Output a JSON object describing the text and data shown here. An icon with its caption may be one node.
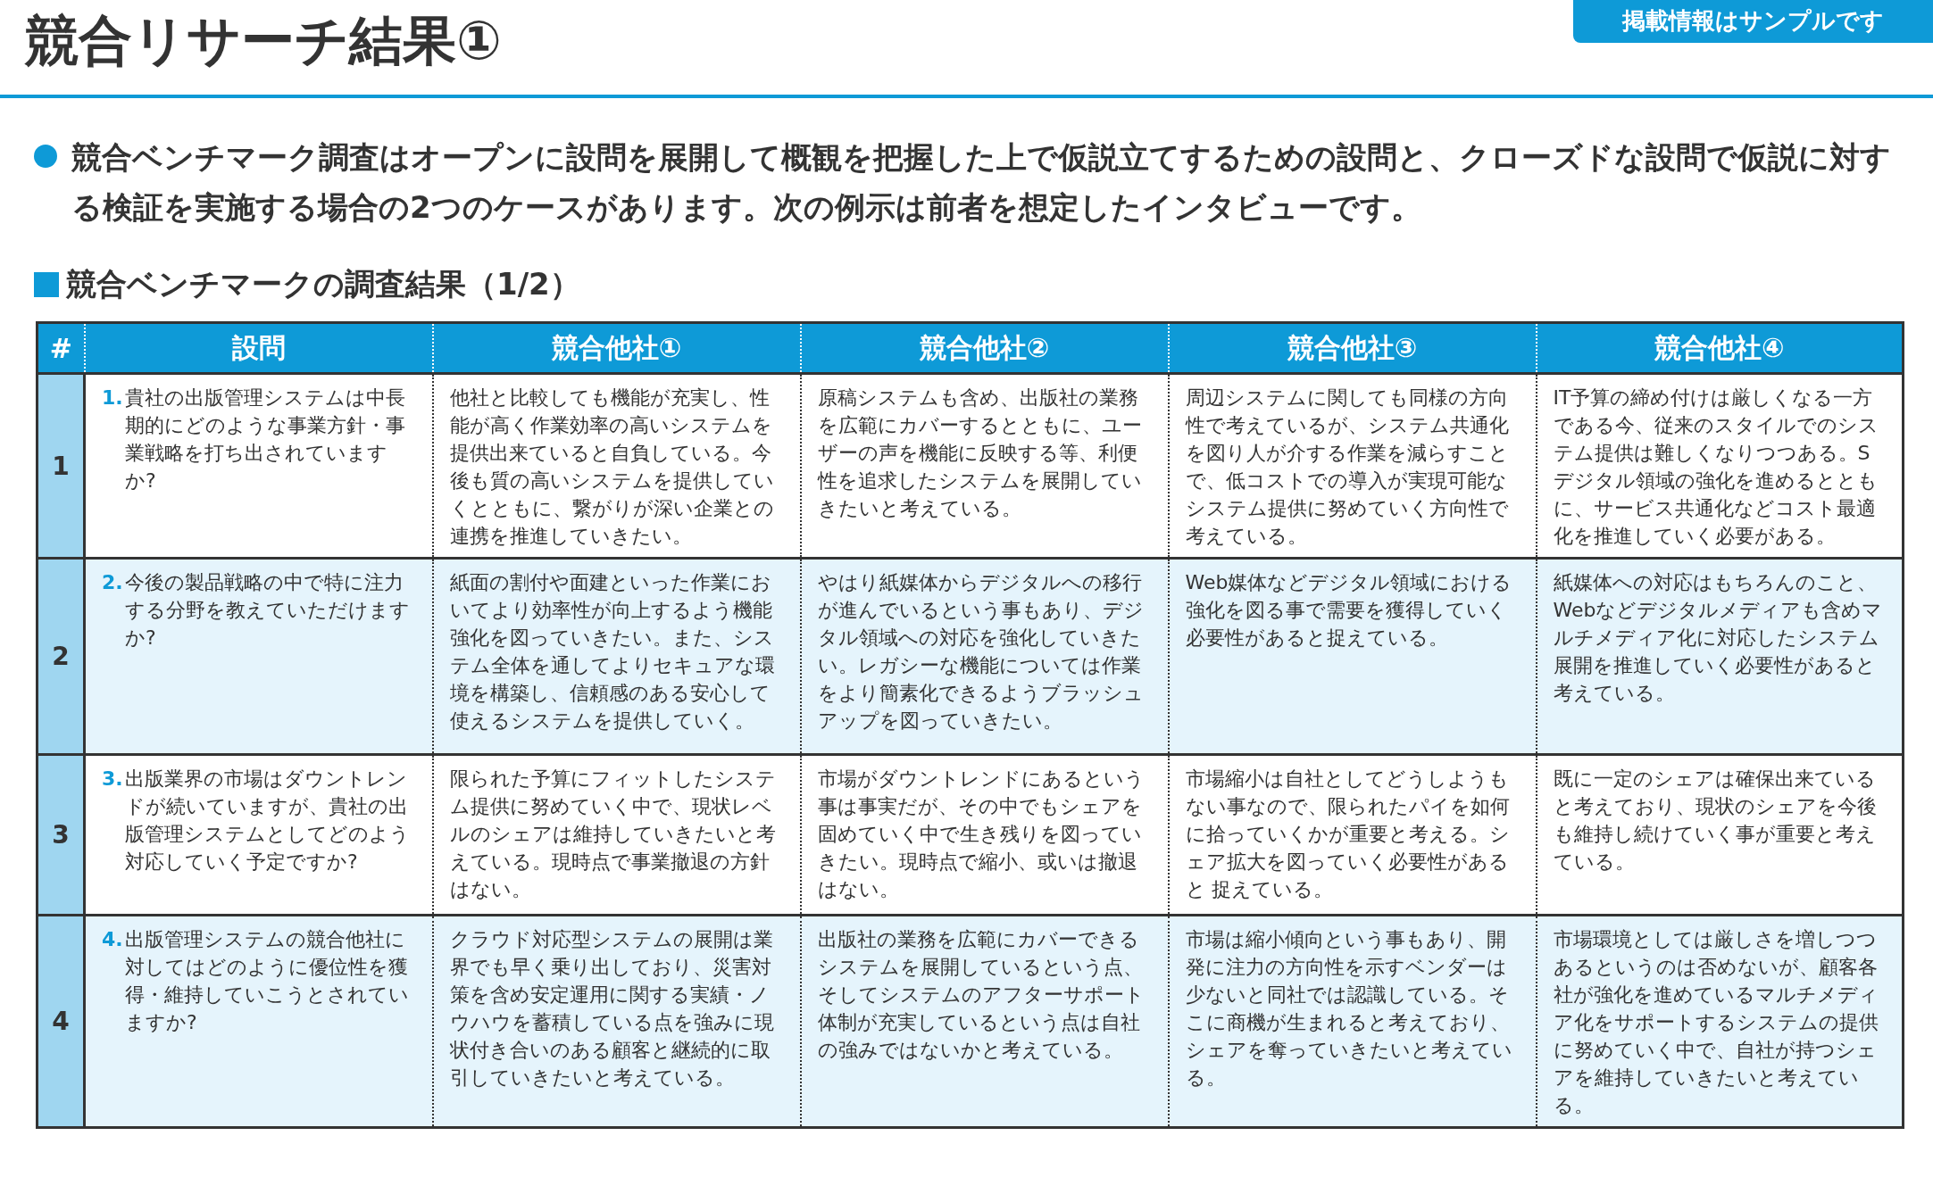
{
  "diagram": {
    "title": "競合リサーチ結果①",
    "labels": [
      "掲載情報はサンプルです",
      "競合ベンチマーク調査はオープンに設問を展開して概観を把握した上で仮説立てするための設問と、クローズドな設問で仮説に対する検証を実施する場合の2つのケースがあります。次の例示は前者を想定したインタビューです。",
      "競合ベンチマークの調査結果（1/2）",
      "#",
      "設問",
      "競合他社①",
      "競合他社②",
      "競合他社③",
      "競合他社④",
      "1",
      "1.",
      "貴社の出版管理システムは中長期的にどのような事業方針・事業戦略を打ち出されていますか?",
      "他社と比較しても機能が充実し、性能が高く作業効率の高いシステムを提供出来ていると自負している。今後も質の高いシステムを提供していくとともに、繋がりが深い企業との連携を推進していきたい。",
      "原稿システムも含め、出版社の業務を広範にカバーするとともに、ユーザーの声を機能に反映する等、利便性を追求したシステムを展開していきたいと考えている。",
      "周辺システムに関しても同様の方向性で考えているが、システム共通化を図り人が介する作業を減らすことで、低コストでの導入が実現可能なシステム提供に努めていく方向性で考えている。",
      "IT予算の締め付けは厳しくなる一方である今、従来のスタイルでのシステム提供は難しくなりつつある。Sデジタル領域の強化を進めるとともに、サービス共通化などコスト最適化を推進していく必要がある。",
      "2",
      "2.",
      "今後の製品戦略の中で特に注力する分野を教えていただけますか?",
      "紙面の割付や面建といった作業においてより効率性が向上するよう機能強化を図っていきたい。また、システム全体を通してよりセキュアな環境を構築し、信頼感のある安心して使えるシステムを提供していく。",
      "やはり紙媒体からデジタルへの移行が進んでいるという事もあり、デジタル領域への対応を強化していきたい。レガシーな機能については作業をより簡素化できるようブラッシュアップを図っていきたい。",
      "Web媒体などデジタル領域における強化を図る事で需要を獲得していく必要性があると捉えている。",
      "紙媒体への対応はもちろんのこと、Webなどデジタルメディアも含めマルチメディア化に対応したシステム展開を推進していく必要性があると考えている。",
      "3",
      "3.",
      "出版業界の市場はダウントレンドが続いていますが、貴社の出版管理システムとしてどのよう対応していく予定ですか?",
      "限られた予算にフィットしたシステム提供に努めていく中で、現状レベルのシェアは維持していきたいと考えている。現時点で事業撤退の方針はない。",
      "市場がダウントレンドにあるという事は事実だが、その中でもシェアを固めていく中で生き残りを図っていきたい。現時点で縮小、或いは撤退はない。",
      "市場縮小は自社としてどうしようもない事なので、限られたパイを如何に拾っていくかが重要と考える。シェア拡大を図っていく必要性があると 捉えている。",
      "既に一定のシェアは確保出来ていると考えており、現状のシェアを今後も維持し続けていく事が重要と考えている。",
      "4",
      "4.",
      "出版管理システムの競合他社に対してはどのように優位性を獲得・維持していこうとされていますか?",
      "クラウド対応型システムの展開は業界でも早く乗り出しており、災害対策を含め安定運用に関する実績・ノウハウを蓄積している点を強みに現状付き合いのある顧客と継続的に取引していきたいと考えている。",
      "出版社の業務を広範にカバーできるシステムを展開しているという点、そしてシステムのアフターサポート体制が充実しているという点は自社の強みではないかと考えている。",
      "市場は縮小傾向という事もあり、開発に注力の方向性を示すベンダーは少ないと同社では認識している。そこに商機が生まれると考えており、シェアを奪っていきたいと考えている。",
      "市場環境としては厳しさを増しつつあるというのは否めないが、顧客各社が強化を進めているマルチメディア化をサポートするシステムの提供に努めていく中で、自社が持つシェアを維持していきたいと考えている。"
    ]
  }
}
